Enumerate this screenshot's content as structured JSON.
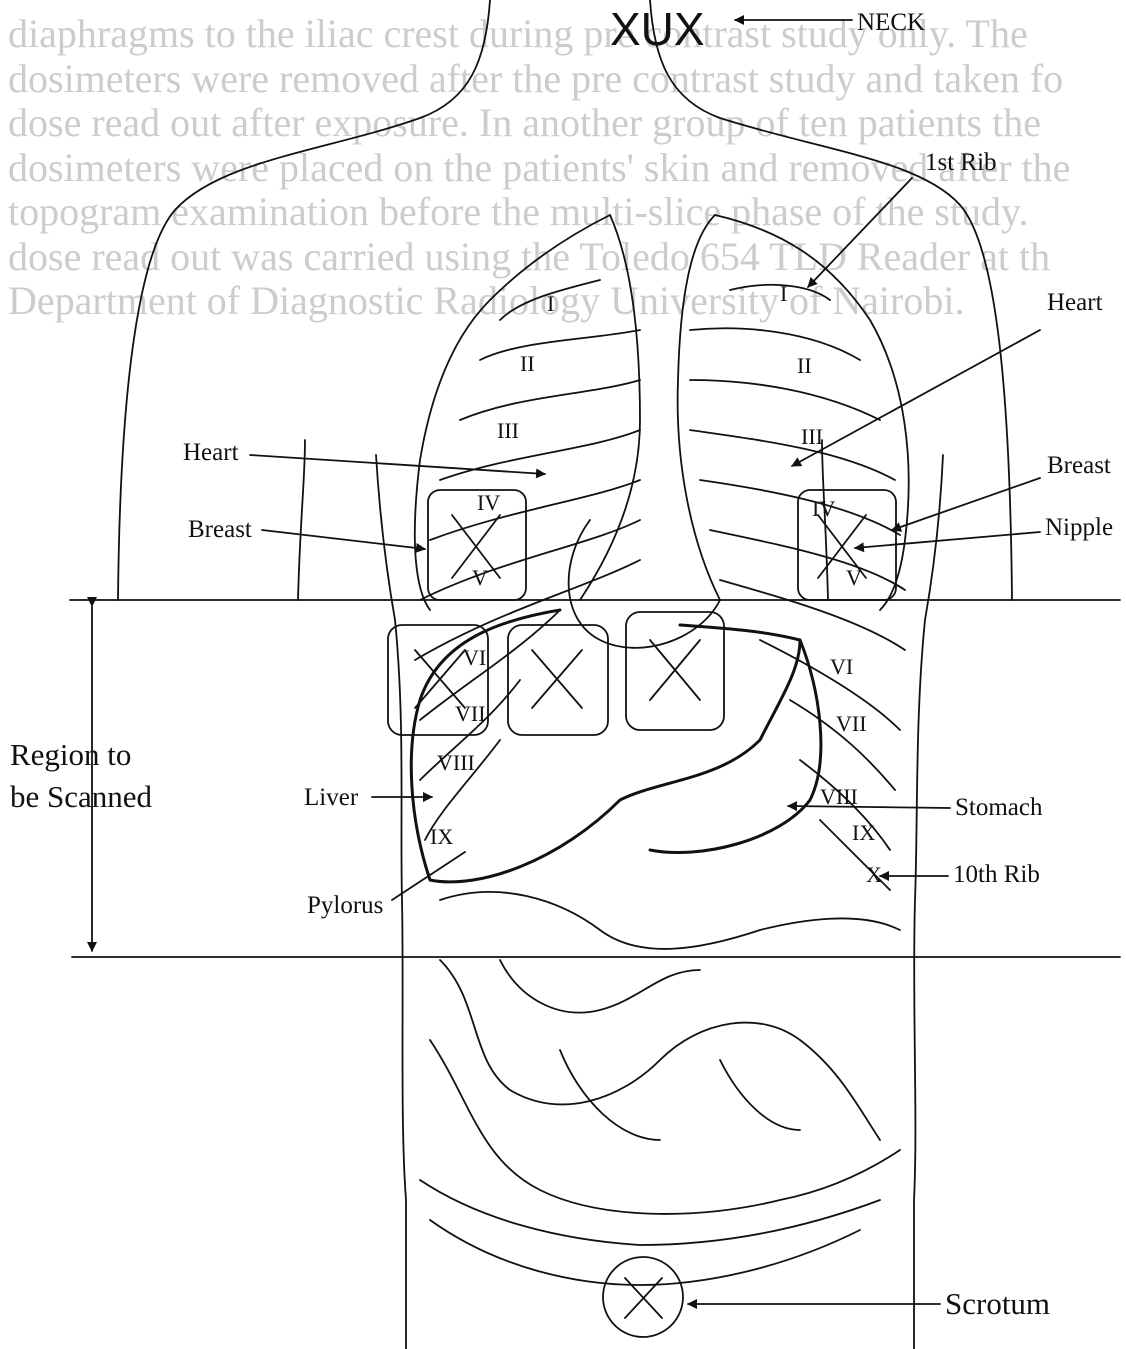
{
  "bleed_through": {
    "lines": [
      "diaphragms  to the iliac crest during pre contrast study only.  The",
      "dosimeters were removed after the pre contrast study and taken fo",
      "dose read out after exposure. In another group of ten patients the",
      "dosimeters were placed on the patients' skin and removed after the",
      "topogram examination before the multi-slice phase of the study.",
      "dose read out was carried using the Toledo 654 TLD Reader at th",
      "Department of Diagnostic Radiology University of Nairobi."
    ]
  },
  "labels": {
    "neck_marker": "XUX",
    "neck": "NECK",
    "first_rib": "1st Rib",
    "heart_right": "Heart",
    "heart_left": "Heart",
    "breast_right": "Breast",
    "breast_left": "Breast",
    "nipple": "Nipple",
    "region_line1": "Region to",
    "region_line2": "be Scanned",
    "liver": "Liver",
    "stomach": "Stomach",
    "pylorus": "Pylorus",
    "tenth_rib": "10th Rib",
    "scrotum": "Scrotum"
  },
  "ribs": {
    "left": [
      "I",
      "II",
      "III",
      "IV",
      "V",
      "VI",
      "VII",
      "VIII",
      "IX"
    ],
    "right": [
      "I",
      "II",
      "III",
      "IV",
      "V",
      "VI",
      "VII",
      "VIII",
      "IX",
      "X"
    ]
  }
}
